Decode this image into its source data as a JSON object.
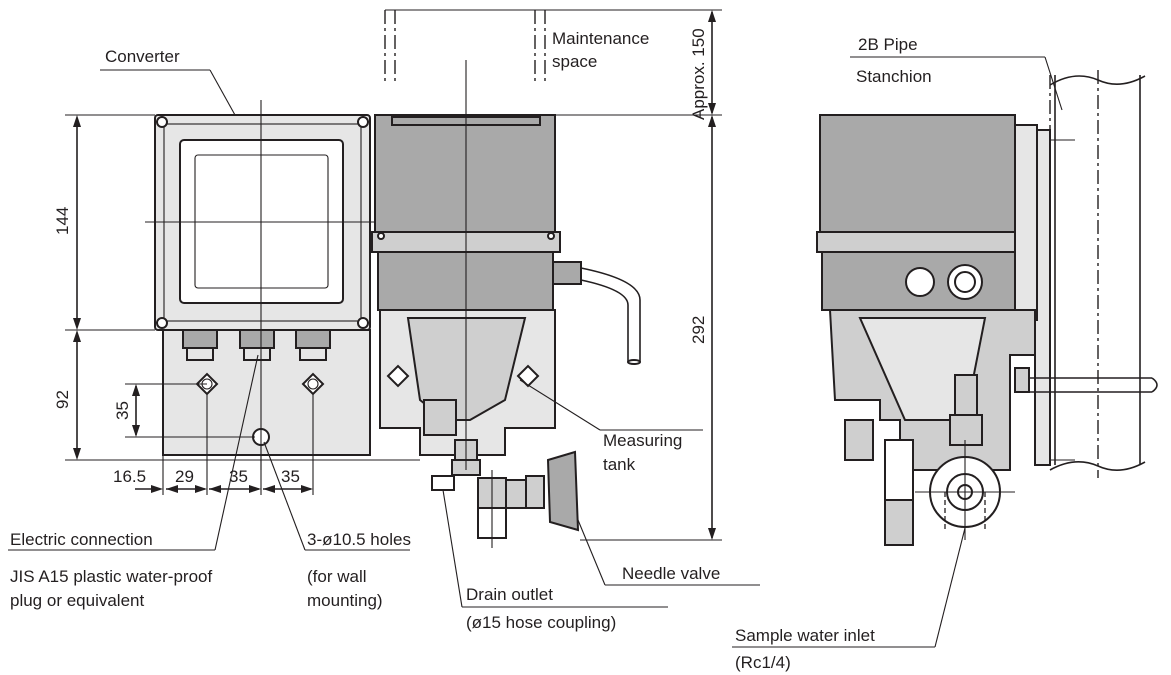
{
  "labels": {
    "converter": "Converter",
    "maintenance_line1": "Maintenance",
    "maintenance_line2": "space",
    "approx_150": "Approx. 150",
    "pipe_line1": "2B Pipe",
    "pipe_line2": "Stanchion",
    "measuring_line1": "Measuring",
    "measuring_line2": "tank",
    "electric_title": "Electric connection",
    "electric_desc1": "JIS A15 plastic water-proof",
    "electric_desc2": "plug or equivalent",
    "holes_line1": "3-ø10.5 holes",
    "holes_line2": "(for wall",
    "holes_line3": "mounting)",
    "drain_line1": "Drain outlet",
    "drain_line2": "(ø15 hose coupling)",
    "needle_valve": "Needle valve",
    "sample_line1": "Sample water inlet",
    "sample_line2": "(Rc1/4)"
  },
  "dimensions": {
    "d144": "144",
    "d92": "92",
    "d35_vertical": "35",
    "d292": "292",
    "d16_5": "16.5",
    "d29": "29",
    "d35_a": "35",
    "d35_b": "35"
  }
}
